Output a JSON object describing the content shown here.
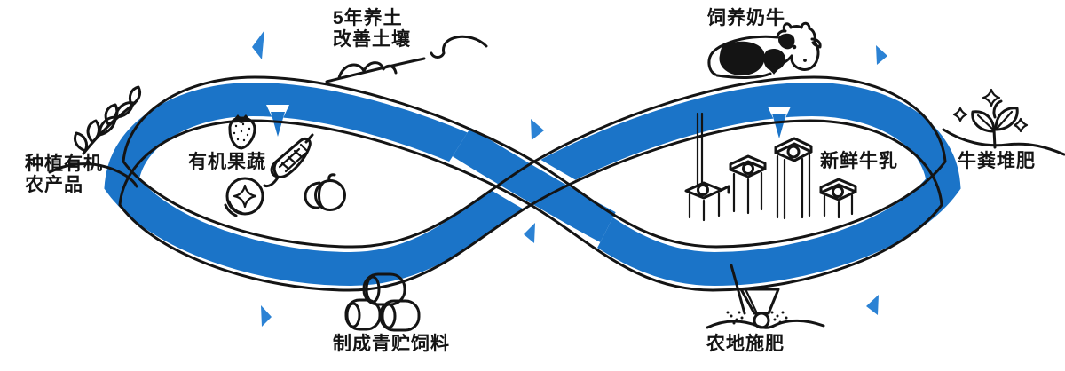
{
  "diagram": {
    "kind": "infinity-cycle-infographic",
    "colors": {
      "ribbon_blue": "#1b74c8",
      "arrow_blue": "#2b82d4",
      "ink": "#141414",
      "background": "#ffffff"
    },
    "labels": [
      {
        "id": "plant-organic",
        "text": "种植有机\n农产品"
      },
      {
        "id": "improve-soil",
        "text": "5年养土\n改善土壤"
      },
      {
        "id": "organic-produce",
        "text": "有机果蔬"
      },
      {
        "id": "raise-dairy-cows",
        "text": "饲养奶牛"
      },
      {
        "id": "fresh-milk",
        "text": "新鲜牛乳"
      },
      {
        "id": "manure-compost",
        "text": "牛粪堆肥"
      },
      {
        "id": "make-silage",
        "text": "制成青贮饲料"
      },
      {
        "id": "fertilize-farmland",
        "text": "农地施肥"
      }
    ],
    "icons": [
      "infinity-ribbon",
      "wheat-sprig-icon",
      "cloud-doodle-icon",
      "wind-swirl-icon",
      "cow-icon",
      "sprout-sparkles-icon",
      "strawberry-icon",
      "corn-icon",
      "blueberry-icon",
      "pumpkin-icon",
      "milk-cartons-icon",
      "milk-pour-icon",
      "silage-bales-icon",
      "fertilizer-funnel-icon",
      "ground-line-icon",
      "flow-arrow-icon"
    ],
    "flow_arrows": [
      {
        "position": "top-left",
        "direction": "left"
      },
      {
        "position": "top-center",
        "direction": "right"
      },
      {
        "position": "top-right",
        "direction": "right"
      },
      {
        "position": "bottom-center",
        "direction": "left"
      },
      {
        "position": "bottom-left",
        "direction": "right"
      },
      {
        "position": "bottom-right",
        "direction": "left"
      }
    ]
  }
}
